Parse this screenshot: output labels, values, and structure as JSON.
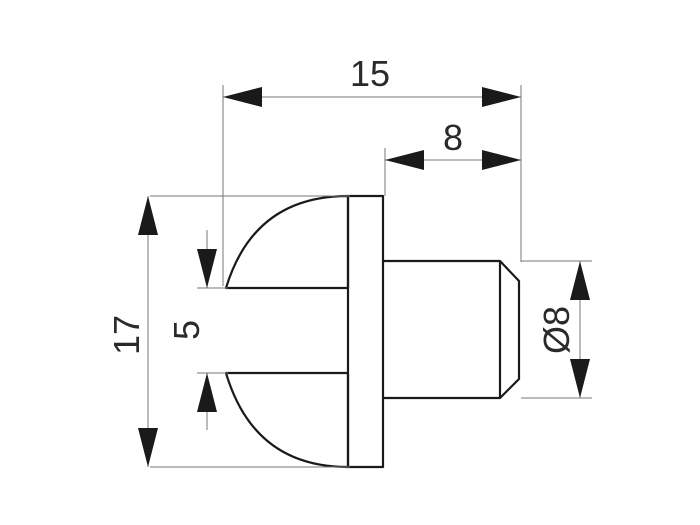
{
  "dimensions": {
    "overall_length": "15",
    "pin_length": "8",
    "head_height": "17",
    "slot_width": "5",
    "pin_diameter": "Ø8"
  },
  "colors": {
    "outline": "#1a1a1a",
    "dimension_line": "#777777",
    "text": "#2a2a2a"
  }
}
